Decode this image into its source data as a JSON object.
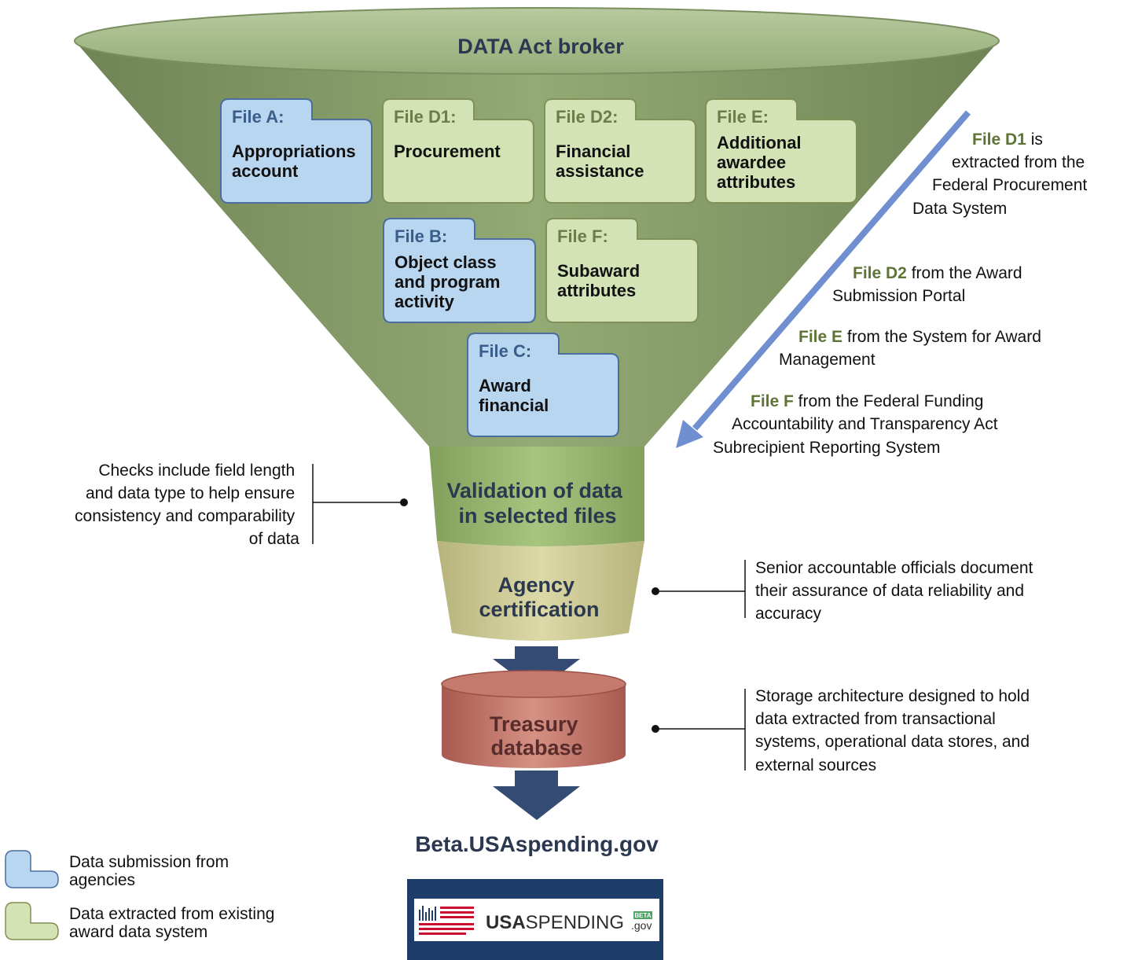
{
  "colors": {
    "agency_fill": "#b9d6f0",
    "agency_stroke": "#4a6f9e",
    "agency_title": "#3a5d8a",
    "extracted_fill": "#d3e3b5",
    "extracted_stroke": "#7f9155",
    "extracted_title": "#6b7d48",
    "funnel": "#7f9663",
    "validation": "#8cad64",
    "certification": "#c8c590",
    "treasury": "#c27b70",
    "arrow": "#344b73",
    "side_arrow": "#6f8fd1",
    "note_highlight": "#5e7436",
    "logo_bg": "#1f3d6b"
  },
  "funnel": {
    "title": "DATA Act broker"
  },
  "files": [
    {
      "id": "A",
      "kind": "agency",
      "title": "File A:",
      "lines": [
        "Appropriations",
        "account"
      ]
    },
    {
      "id": "D1",
      "kind": "extracted",
      "title": "File D1:",
      "lines": [
        "Procurement"
      ]
    },
    {
      "id": "D2",
      "kind": "extracted",
      "title": "File D2:",
      "lines": [
        "Financial",
        "assistance"
      ]
    },
    {
      "id": "E",
      "kind": "extracted",
      "title": "File E:",
      "lines": [
        "Additional",
        "awardee",
        "attributes"
      ]
    },
    {
      "id": "B",
      "kind": "agency",
      "title": "File B:",
      "lines": [
        "Object class",
        "and program",
        "activity"
      ]
    },
    {
      "id": "F",
      "kind": "extracted",
      "title": "File F:",
      "lines": [
        "Subaward",
        "attributes"
      ]
    },
    {
      "id": "C",
      "kind": "agency",
      "title": "File C:",
      "lines": [
        "Award",
        "financial"
      ]
    }
  ],
  "sources": [
    {
      "bold": "File D1",
      "rest": " is",
      "lines": [
        "extracted from the",
        "Federal Procurement",
        "Data System"
      ]
    },
    {
      "bold": "File D2",
      "rest": " from the Award",
      "lines": [
        "Submission Portal"
      ]
    },
    {
      "bold": "File E",
      "rest": " from the System for Award",
      "lines": [
        "Management"
      ]
    },
    {
      "bold": "File F",
      "rest": " from the Federal Funding",
      "lines": [
        "Accountability and Transparency Act",
        "Subrecipient Reporting System"
      ]
    }
  ],
  "stages": {
    "validation": [
      "Validation of data",
      "in selected files"
    ],
    "certification": [
      "Agency",
      "certification"
    ],
    "treasury": [
      "Treasury",
      "database"
    ]
  },
  "annotations": {
    "validation": [
      "Checks include field length",
      "and data type to help ensure",
      "consistency and comparability",
      "of data"
    ],
    "certification": [
      "Senior accountable officials document",
      "their assurance of data reliability and",
      "accuracy"
    ],
    "treasury": [
      "Storage architecture designed to hold",
      "data extracted from transactional",
      "systems, operational data stores, and",
      "external sources"
    ]
  },
  "destination": "Beta.USAspending.gov",
  "logo": {
    "usa": "USA",
    "spending": "SPENDING",
    "beta": "BETA",
    "gov": ".gov"
  },
  "legend": [
    {
      "kind": "agency",
      "lines": [
        "Data submission from",
        "agencies"
      ]
    },
    {
      "kind": "extracted",
      "lines": [
        "Data extracted from existing",
        "award data system"
      ]
    }
  ]
}
